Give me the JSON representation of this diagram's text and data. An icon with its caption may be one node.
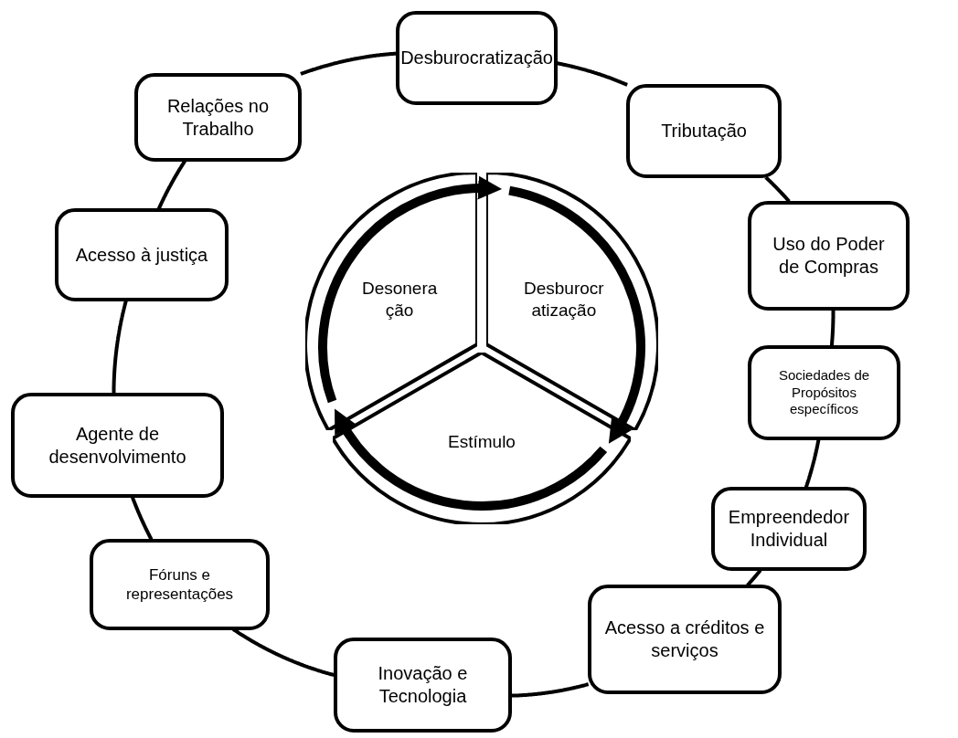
{
  "diagram": {
    "nodes": [
      {
        "text": [
          "Desburocratização"
        ]
      },
      {
        "text": [
          "Tributação"
        ]
      },
      {
        "text": [
          "Uso do Poder de Compras"
        ]
      },
      {
        "text": [
          "Sociedades de Propósitos específicos"
        ]
      },
      {
        "text": [
          "Empreendedor Individual"
        ]
      },
      {
        "text": [
          "Acesso a créditos e serviços"
        ]
      },
      {
        "text": [
          "Inovação e Tecnologia"
        ]
      },
      {
        "text": [
          "Fóruns e representações"
        ]
      },
      {
        "text": [
          "Agente de desenvolvimento"
        ]
      },
      {
        "text": [
          "Acesso à justiça"
        ]
      },
      {
        "text": [
          "Relações no Trabalho"
        ]
      },
      {
        "text": [
          "Desoneração"
        ]
      },
      {
        "text": [
          "Desburocratização"
        ]
      },
      {
        "text": [
          "Estímulo"
        ]
      }
    ],
    "edges": [
      {
        "from": 0,
        "to": 1,
        "arrow": "none"
      },
      {
        "from": 1,
        "to": 2,
        "arrow": "none"
      },
      {
        "from": 2,
        "to": 3,
        "arrow": "none"
      },
      {
        "from": 3,
        "to": 4,
        "arrow": "none"
      },
      {
        "from": 4,
        "to": 5,
        "arrow": "none"
      },
      {
        "from": 5,
        "to": 6,
        "arrow": "none"
      },
      {
        "from": 6,
        "to": 7,
        "arrow": "none"
      },
      {
        "from": 7,
        "to": 8,
        "arrow": "none"
      },
      {
        "from": 8,
        "to": 9,
        "arrow": "none"
      },
      {
        "from": 9,
        "to": 10,
        "arrow": "none"
      },
      {
        "from": 10,
        "to": 0,
        "arrow": "none"
      },
      {
        "from": 11,
        "to": 12,
        "arrow": "to",
        "style": "thick"
      },
      {
        "from": 12,
        "to": 13,
        "arrow": "to",
        "style": "thick"
      },
      {
        "from": 13,
        "to": 11,
        "arrow": "to",
        "style": "thick"
      }
    ]
  }
}
